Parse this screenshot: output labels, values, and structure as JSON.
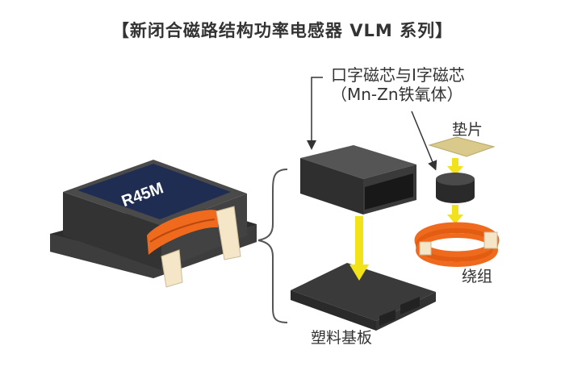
{
  "title": "【新闭合磁路结构功率电感器 VLM 系列】",
  "product_marking": "R45M",
  "labels": {
    "core_line1": "口字磁芯与I字磁芯",
    "core_line2": "（Mn-Zn铁氧体）",
    "pad": "垫片",
    "winding": "绕组",
    "base": "塑料基板"
  },
  "colors": {
    "body_dark": "#3a3a3a",
    "top_navy": "#1f2d52",
    "winding_orange": "#f06a1e",
    "terminal_cream": "#f5e6c8",
    "arrow_yellow": "#f2e21a",
    "pad_tan": "#d9c98a",
    "text": "#333333"
  }
}
